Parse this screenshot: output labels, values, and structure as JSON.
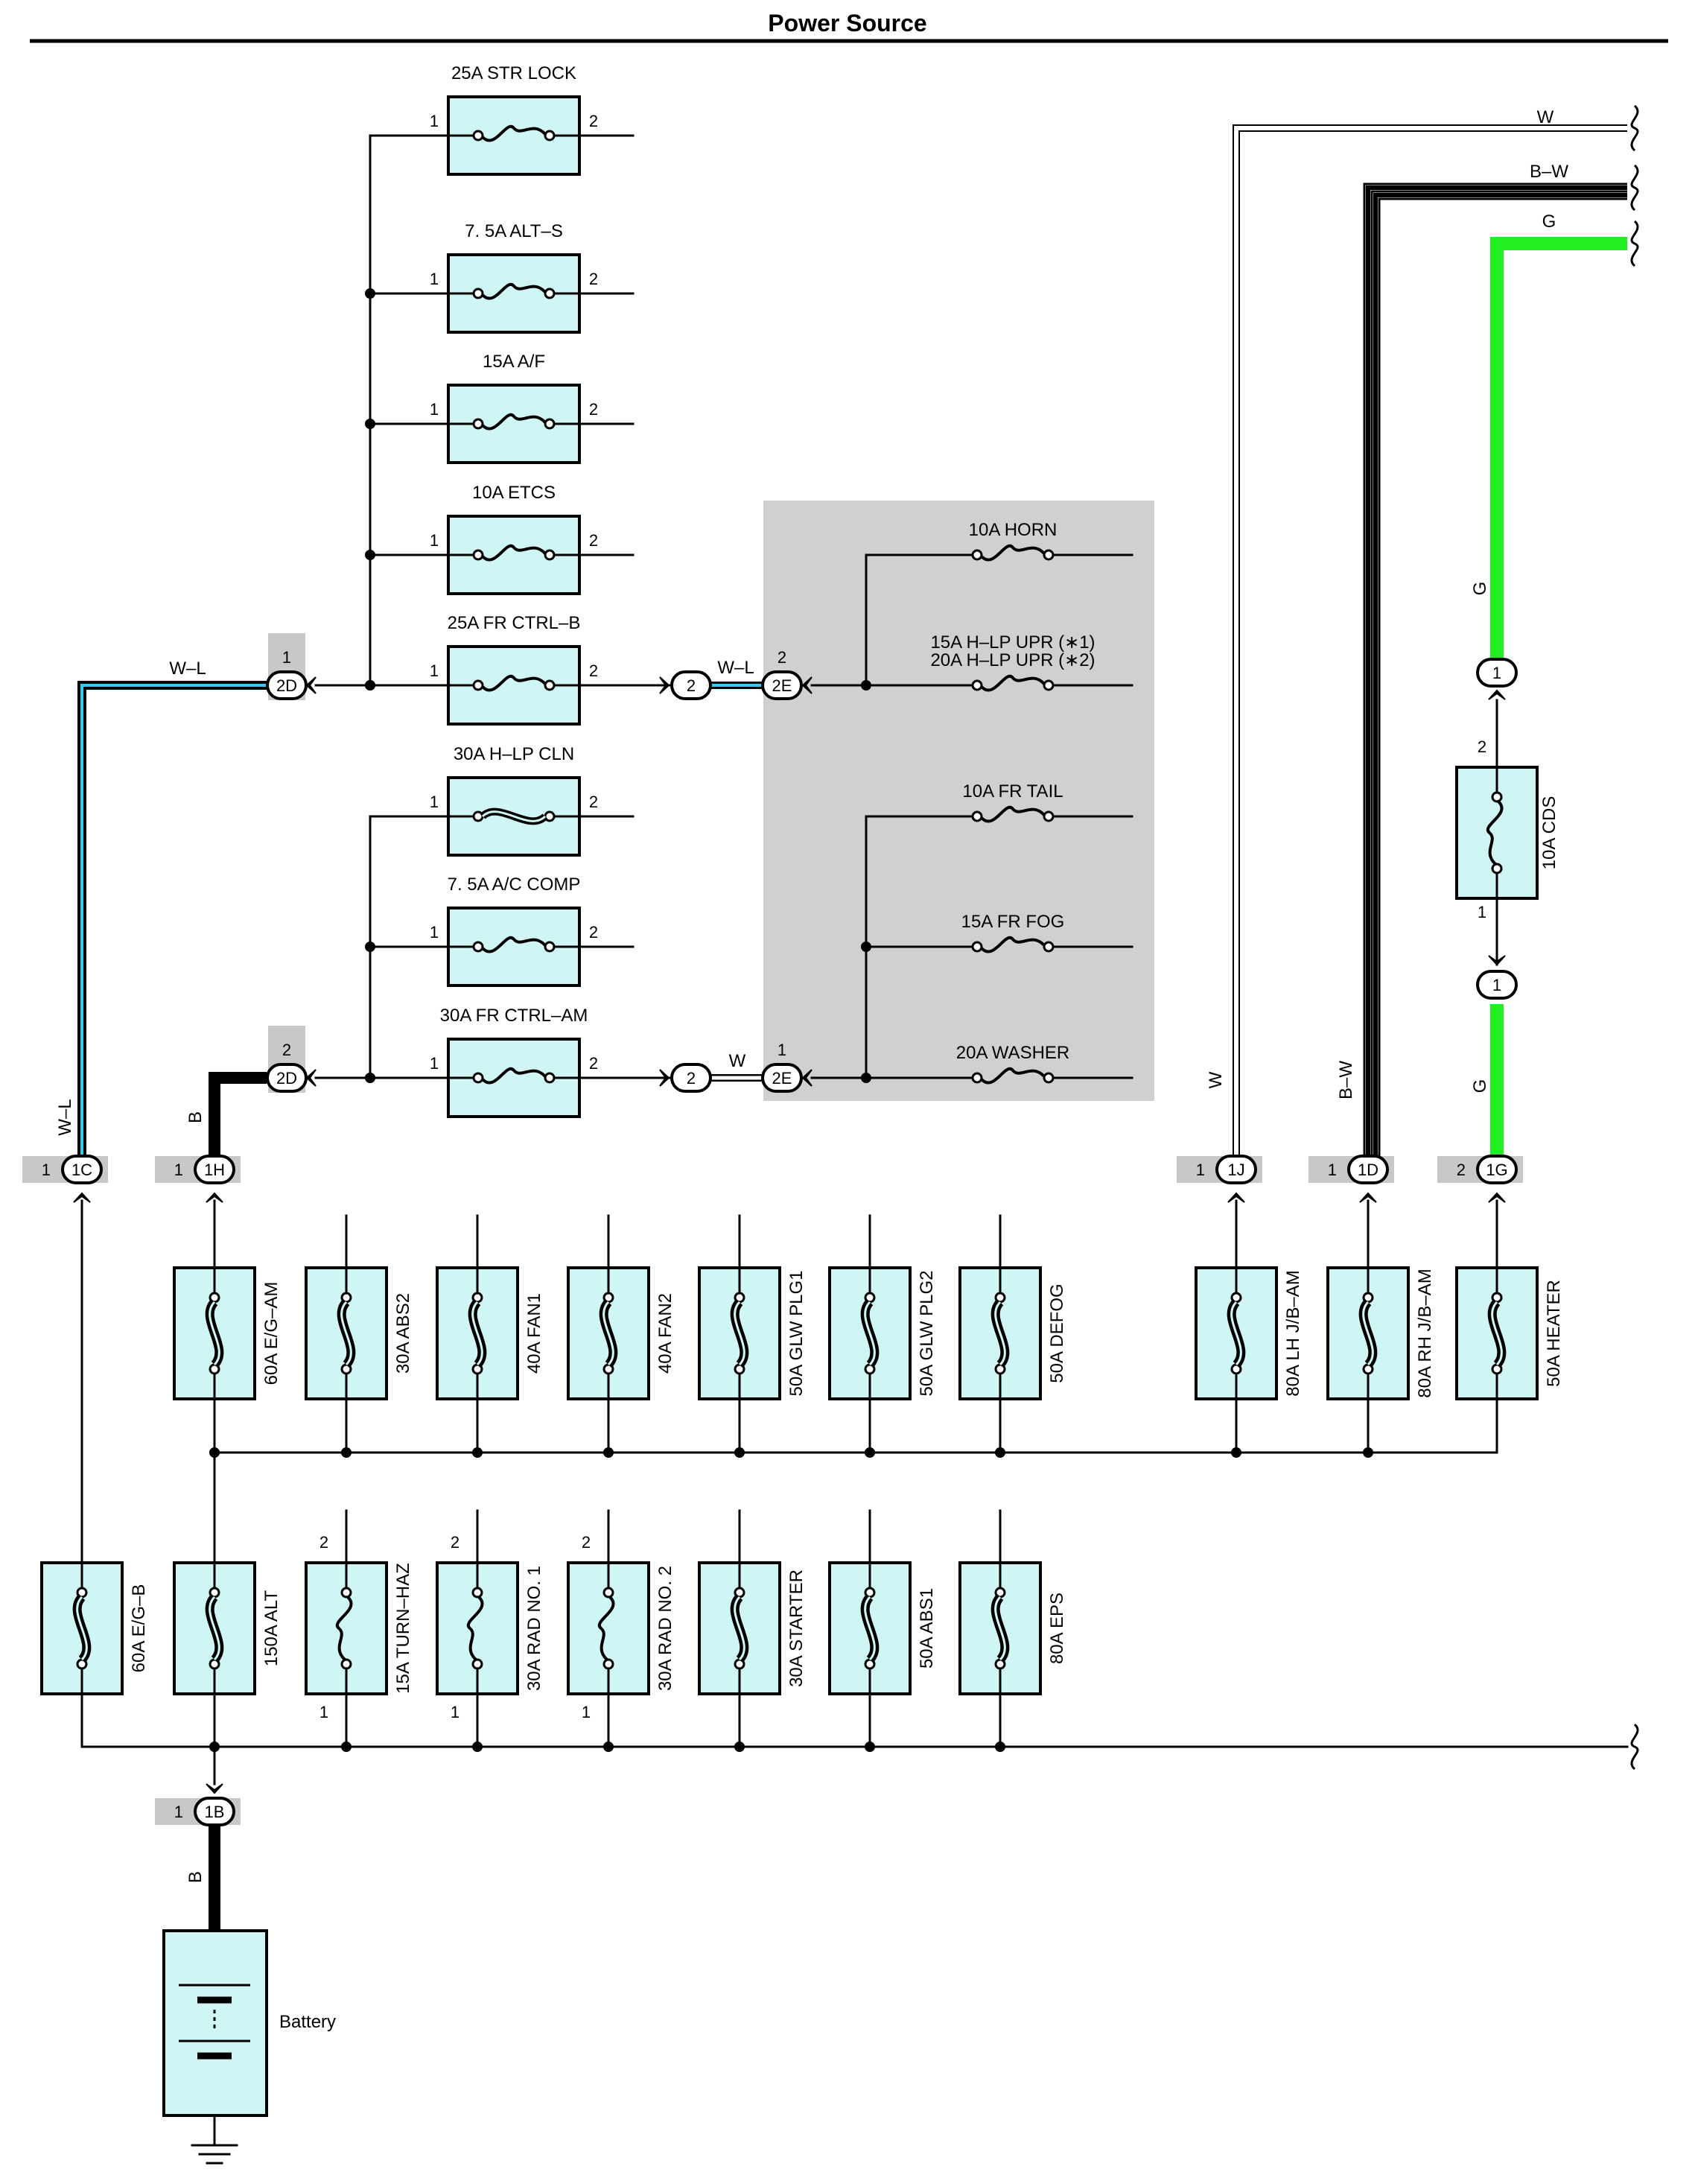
{
  "title": "Power Source",
  "colors": {
    "fuse_fill": "#cff5f5",
    "green_wire": "#22ee22",
    "cyan_wire": "#33ccee",
    "shade": "#d0d0d0"
  },
  "top_fuses": [
    {
      "label": "25A STR LOCK",
      "pin_in": "1",
      "pin_out": "2",
      "type": "fuse"
    },
    {
      "label": "7. 5A ALT–S",
      "pin_in": "1",
      "pin_out": "2",
      "type": "fuse"
    },
    {
      "label": "15A A/F",
      "pin_in": "1",
      "pin_out": "2",
      "type": "fuse"
    },
    {
      "label": "10A ETCS",
      "pin_in": "1",
      "pin_out": "2",
      "type": "fuse"
    },
    {
      "label": "25A FR CTRL–B",
      "pin_in": "1",
      "pin_out": "2",
      "type": "fuse"
    },
    {
      "label": "30A H–LP CLN",
      "pin_in": "1",
      "pin_out": "2",
      "type": "fusible"
    },
    {
      "label": "7. 5A A/C COMP",
      "pin_in": "1",
      "pin_out": "2",
      "type": "fuse"
    },
    {
      "label": "30A FR CTRL–AM",
      "pin_in": "1",
      "pin_out": "2",
      "type": "fuse"
    }
  ],
  "shaded_fuses": [
    {
      "label": "10A HORN"
    },
    {
      "label": "15A H–LP UPR (∗1)",
      "label2": "20A H–LP UPR (∗2)"
    },
    {
      "label": "10A FR TAIL"
    },
    {
      "label": "15A FR FOG"
    },
    {
      "label": "20A WASHER"
    }
  ],
  "connectors": {
    "c2d_top": {
      "id": "2D",
      "pin": "1"
    },
    "c2d_bot": {
      "id": "2D",
      "pin": "2"
    },
    "c2_top": {
      "id": "2"
    },
    "c2_bot": {
      "id": "2"
    },
    "c2e_top": {
      "id": "2E",
      "pin": "2"
    },
    "c2e_bot": {
      "id": "2E",
      "pin": "1"
    },
    "c1c": {
      "id": "1C",
      "pin": "1"
    },
    "c1h": {
      "id": "1H",
      "pin": "1"
    },
    "c1j": {
      "id": "1J",
      "pin": "1"
    },
    "c1d": {
      "id": "1D",
      "pin": "1"
    },
    "c1g": {
      "id": "1G",
      "pin": "2"
    },
    "c1b": {
      "id": "1B",
      "pin": "1"
    },
    "cds_top": {
      "id": "1"
    },
    "cds_bot": {
      "id": "1"
    }
  },
  "wires": {
    "wl_left": "W–L",
    "wl_mid": "W–L",
    "w_mid": "W",
    "b_left": "B",
    "b_battery": "B",
    "w_right": "W",
    "bw_right": "B–W",
    "g_right_upper": "G",
    "g_right_lower": "G",
    "w_top": "W",
    "bw_top": "B–W",
    "g_top": "G"
  },
  "cds": {
    "label": "10A CDS",
    "pin_top": "2",
    "pin_bot": "1"
  },
  "upper_row": [
    {
      "label": "60A E/G–AM"
    },
    {
      "label": "30A ABS2"
    },
    {
      "label": "40A FAN1"
    },
    {
      "label": "40A FAN2"
    },
    {
      "label": "50A GLW PLG1"
    },
    {
      "label": "50A GLW PLG2"
    },
    {
      "label": "50A DEFOG"
    },
    {
      "label": "80A LH J/B–AM"
    },
    {
      "label": "80A RH J/B–AM"
    },
    {
      "label": "50A HEATER"
    }
  ],
  "lower_row": [
    {
      "label": "60A E/G–B",
      "type": "fusible"
    },
    {
      "label": "150A ALT",
      "type": "fusible"
    },
    {
      "label": "15A TURN–HAZ",
      "type": "fuse",
      "pin_top": "2",
      "pin_bot": "1"
    },
    {
      "label": "30A RAD NO. 1",
      "type": "fuse",
      "pin_top": "2",
      "pin_bot": "1"
    },
    {
      "label": "30A RAD NO. 2",
      "type": "fuse",
      "pin_top": "2",
      "pin_bot": "1"
    },
    {
      "label": "30A STARTER",
      "type": "fusible"
    },
    {
      "label": "50A ABS1",
      "type": "fusible"
    },
    {
      "label": "80A EPS",
      "type": "fusible"
    }
  ],
  "battery": {
    "label": "Battery"
  }
}
